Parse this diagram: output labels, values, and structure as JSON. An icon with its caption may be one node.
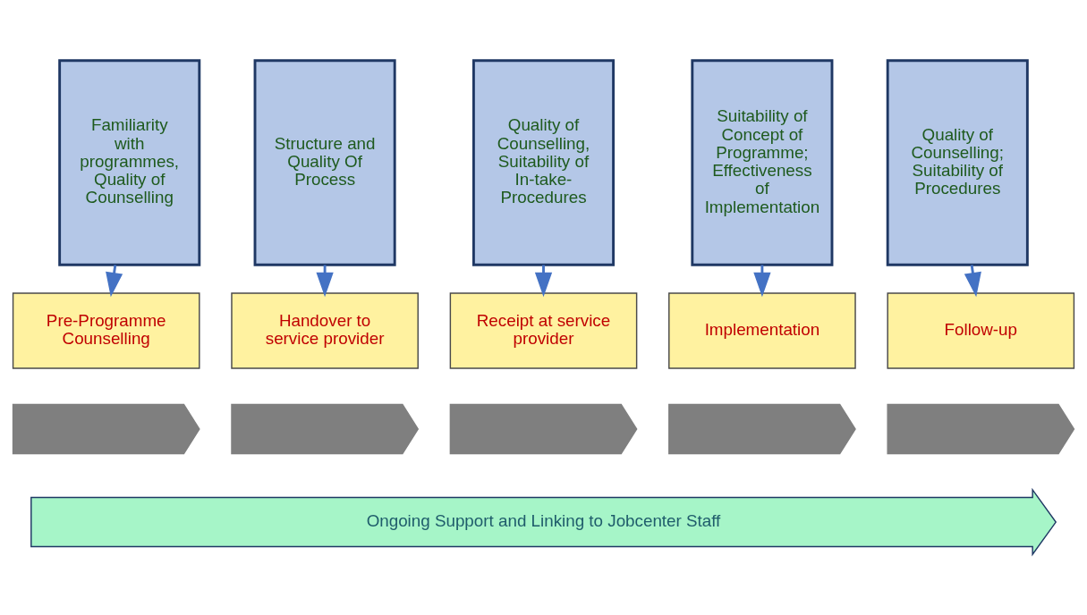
{
  "diagram": {
    "nodes": [
      {
        "text": [
          "Familiarity with programmes, Quality of Counselling"
        ]
      },
      {
        "text": [
          "Structure and Quality Of Process"
        ]
      },
      {
        "text": [
          "Quality of Counselling, Suitability of In-take-Procedures"
        ]
      },
      {
        "text": [
          "Suitability of Concept of Programme; Effectiveness of Implementation"
        ]
      },
      {
        "text": [
          "Quality of Counselling; Suitability of Procedures"
        ]
      },
      {
        "text": [
          "Pre-Programme Counselling"
        ]
      },
      {
        "text": [
          "Handover to service provider"
        ]
      },
      {
        "text": [
          "Receipt at service provider"
        ]
      },
      {
        "text": [
          "Implementation"
        ]
      },
      {
        "text": [
          "Follow-up"
        ]
      },
      {
        "text": [],
        "shape": "arrow"
      },
      {
        "text": [],
        "shape": "arrow"
      },
      {
        "text": [],
        "shape": "arrow"
      },
      {
        "text": [],
        "shape": "arrow"
      },
      {
        "text": [],
        "shape": "arrow"
      },
      {
        "text": [
          "Ongoing Support and Linking to Jobcenter Staff"
        ]
      }
    ],
    "edges": [
      {
        "from": 0,
        "to": 5,
        "arrow": "to"
      },
      {
        "from": 1,
        "to": 6,
        "arrow": "to"
      },
      {
        "from": 2,
        "to": 7,
        "arrow": "to"
      },
      {
        "from": 3,
        "to": 8,
        "arrow": "to"
      },
      {
        "from": 4,
        "to": 9,
        "arrow": "to"
      }
    ]
  }
}
